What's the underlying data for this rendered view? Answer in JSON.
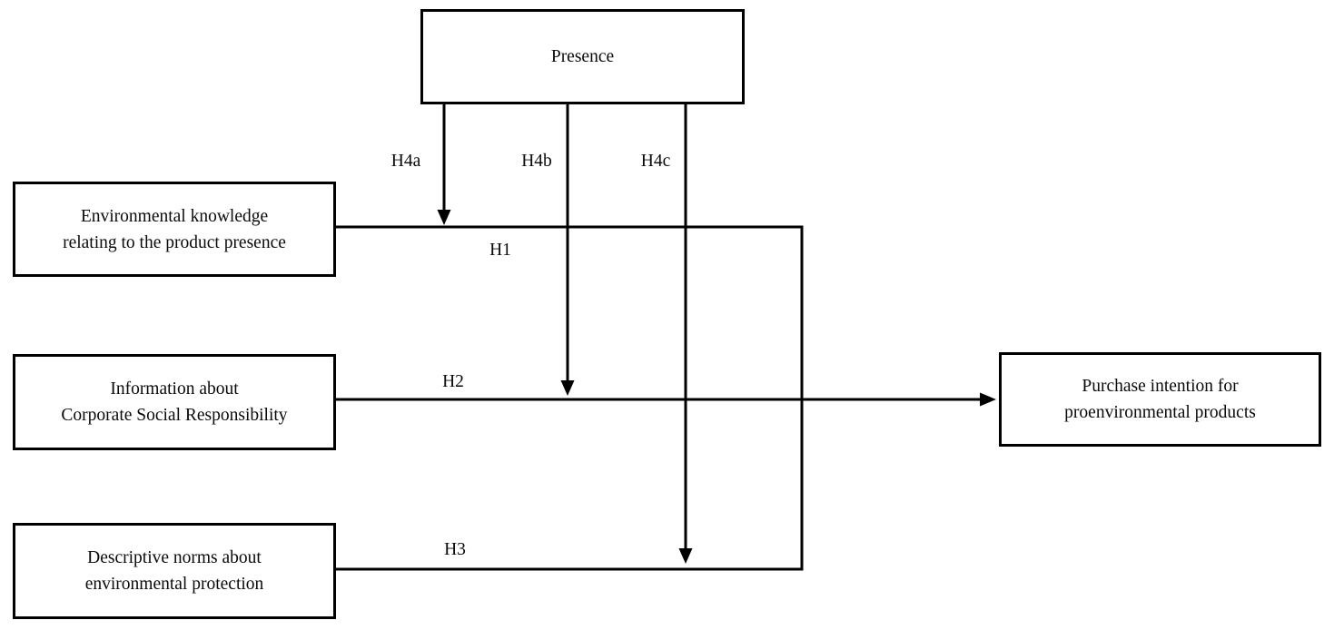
{
  "figure": {
    "colors": {
      "line": "#000000",
      "text": "#0a0a0a",
      "background": "#ffffff"
    },
    "nodes": {
      "presence": {
        "label": "Presence"
      },
      "environmental_knowledge": {
        "lines": [
          "Environmental knowledge",
          "relating to the product presence"
        ]
      },
      "csr_information": {
        "lines": [
          "Information about",
          "Corporate Social Responsibility"
        ]
      },
      "descriptive_norms": {
        "lines": [
          "Descriptive norms about",
          "environmental protection"
        ]
      },
      "purchase_intention": {
        "lines": [
          "Purchase intention for",
          "proenvironmental products"
        ]
      }
    },
    "edge_labels": {
      "h1": "H1",
      "h2": "H2",
      "h3": "H3",
      "h4a": "H4a",
      "h4b": "H4b",
      "h4c": "H4c"
    }
  }
}
